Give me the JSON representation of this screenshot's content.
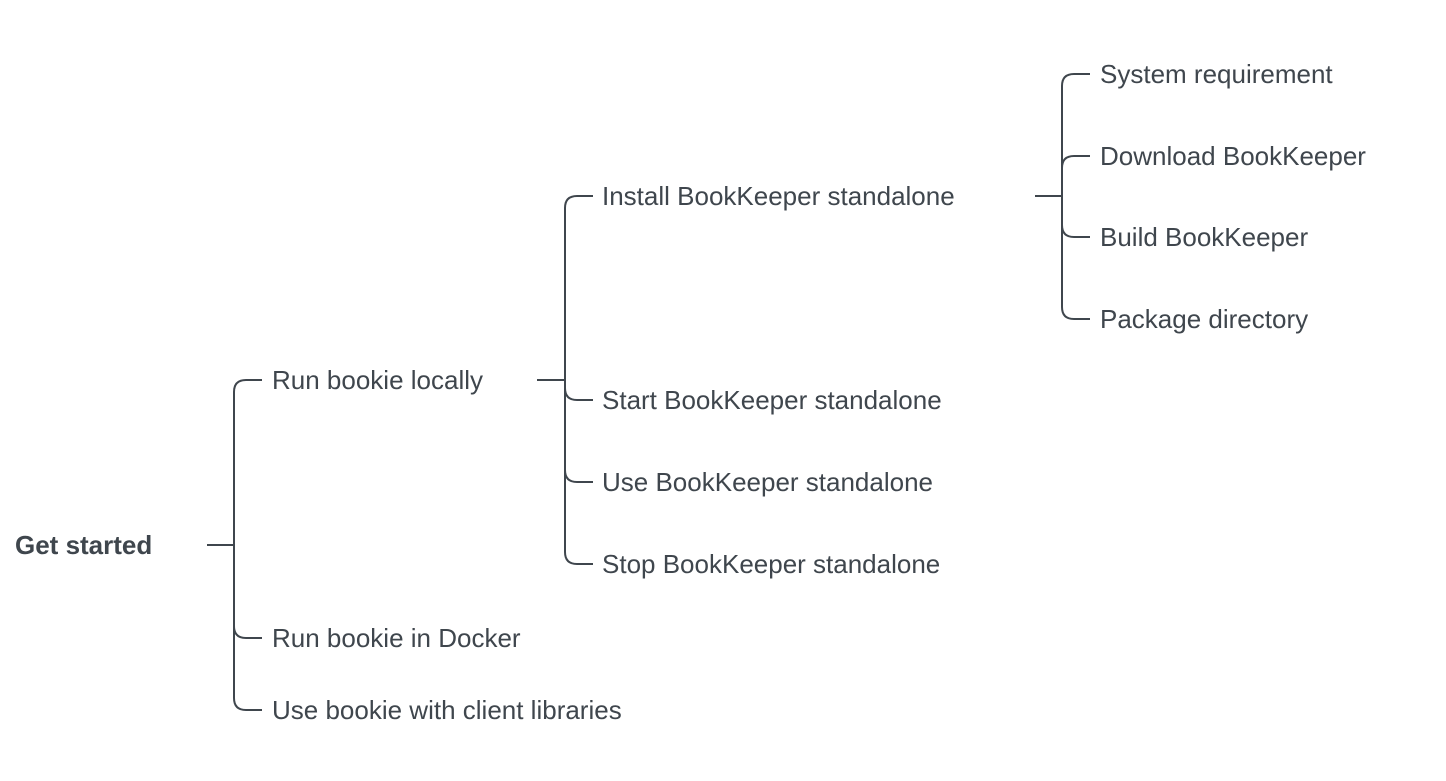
{
  "root": {
    "label": "Get started"
  },
  "level1": [
    {
      "label": "Run bookie locally"
    },
    {
      "label": "Run bookie in Docker"
    },
    {
      "label": "Use bookie with client libraries"
    }
  ],
  "level2": [
    {
      "label": "Install BookKeeper standalone"
    },
    {
      "label": "Start BookKeeper standalone"
    },
    {
      "label": "Use BookKeeper standalone"
    },
    {
      "label": "Stop BookKeeper standalone"
    }
  ],
  "level3": [
    {
      "label": "System requirement"
    },
    {
      "label": "Download BookKeeper"
    },
    {
      "label": "Build BookKeeper"
    },
    {
      "label": "Package directory"
    }
  ],
  "colors": {
    "text": "#3f464d",
    "line": "#3f464d",
    "background": "#ffffff"
  }
}
